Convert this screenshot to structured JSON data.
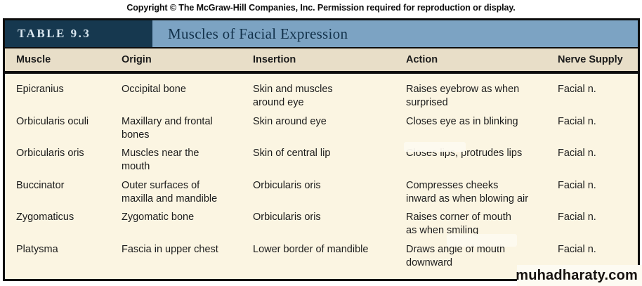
{
  "copyright": "Copyright © The McGraw-Hill Companies, Inc. Permission required for reproduction or display.",
  "banner": {
    "label": "TABLE 9.3",
    "title": "Muscles of Facial Expression"
  },
  "columns": {
    "muscle": "Muscle",
    "origin": "Origin",
    "insertion": "Insertion",
    "action": "Action",
    "nerve": "Nerve Supply"
  },
  "rows": [
    {
      "muscle": "Epicranius",
      "origin": "Occipital bone",
      "insertion": "Skin and muscles\naround eye",
      "action": "Raises eyebrow as when\nsurprised",
      "nerve": "Facial n."
    },
    {
      "muscle": "Orbicularis oculi",
      "origin": "Maxillary and frontal\nbones",
      "insertion": "Skin around eye",
      "action": "Closes eye as in blinking",
      "nerve": "Facial n."
    },
    {
      "muscle": "Orbicularis oris",
      "origin": "Muscles near the\nmouth",
      "insertion": "Skin of central lip",
      "action": "Closes lips, protrudes lips",
      "nerve": "Facial n."
    },
    {
      "muscle": "Buccinator",
      "origin": "Outer surfaces of\nmaxilla and mandible",
      "insertion": "Orbicularis oris",
      "action": "Compresses cheeks\ninward as when blowing air",
      "nerve": "Facial n."
    },
    {
      "muscle": "Zygomaticus",
      "origin": "Zygomatic bone",
      "insertion": "Orbicularis oris",
      "action": "Raises corner of mouth\nas when smiling",
      "nerve": "Facial n."
    },
    {
      "muscle": "Platysma",
      "origin": "Fascia in upper chest",
      "insertion": "Lower border of mandible",
      "action": "Draws angle of mouth\ndownward",
      "nerve": "Facial n."
    }
  ],
  "watermark": "muhadharaty.com",
  "colors": {
    "banner_blue": "#7ca3c3",
    "label_navy": "#16384f",
    "header_tan": "#e8dec8",
    "body_cream": "#fbf5e2",
    "border_black": "#0d0d0d"
  }
}
